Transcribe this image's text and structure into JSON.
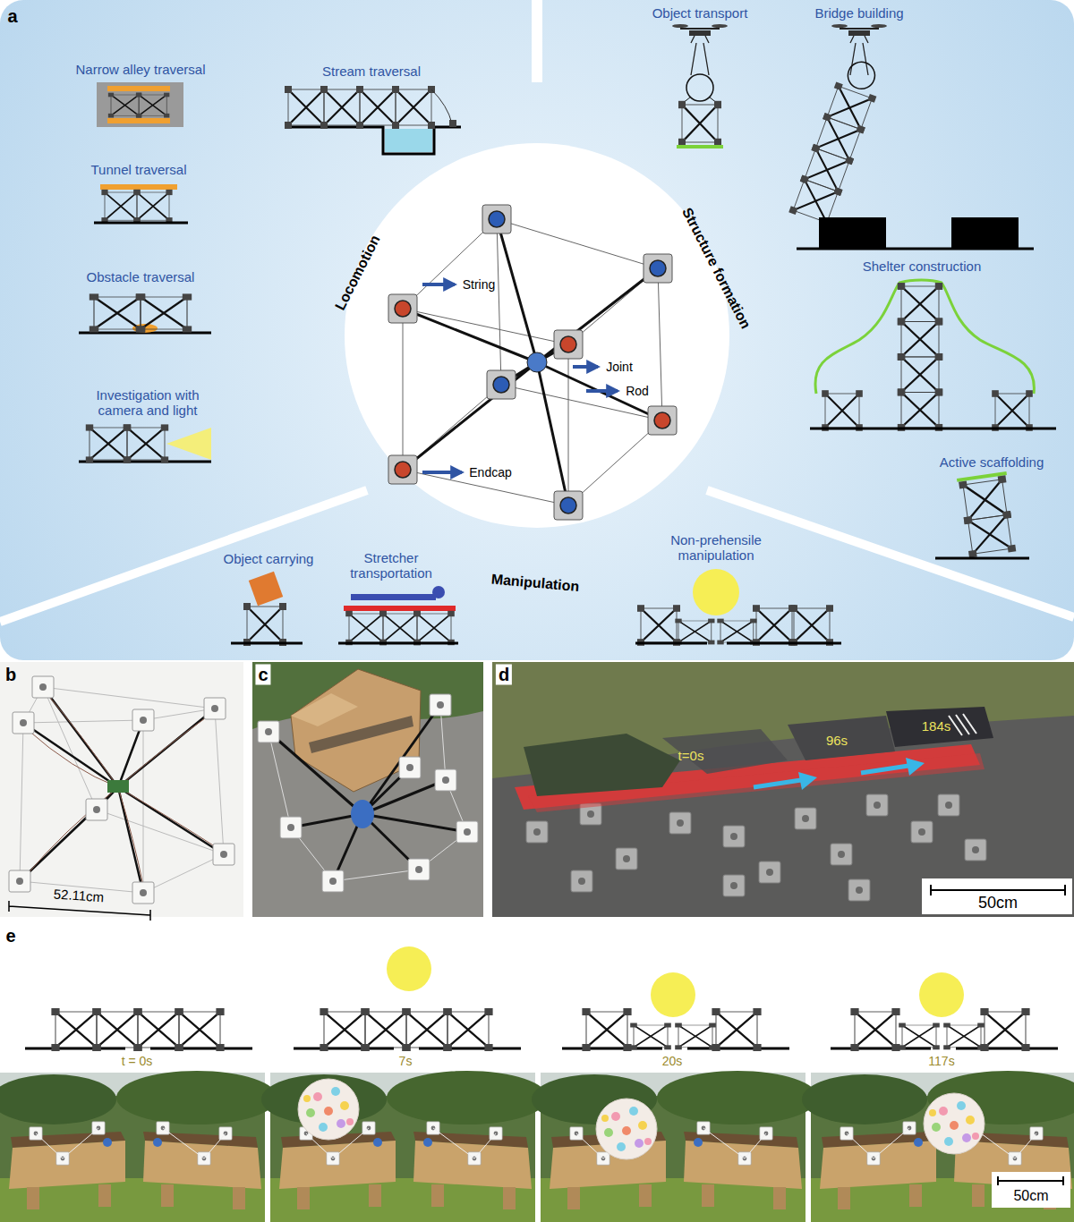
{
  "diagram": {
    "labels": [
      "a",
      "Narrow alley traversal",
      "Stream traversal",
      "Tunnel traversal",
      "Obstacle traversal",
      "Investigation with camera and light",
      "Locomotion",
      "Object transport",
      "Bridge building",
      "Structure formation",
      "Shelter construction",
      "Active scaffolding",
      "String",
      "Joint",
      "Rod",
      "Endcap",
      "Object carrying",
      "Stretcher transportation",
      "Manipulation",
      "Non-prehensile manipulation",
      "b",
      "52.11cm",
      "c",
      "d",
      "t=0s",
      "96s",
      "184s",
      "50cm",
      "e",
      "t = 0s",
      "7s",
      "20s",
      "117s",
      "50cm"
    ]
  }
}
